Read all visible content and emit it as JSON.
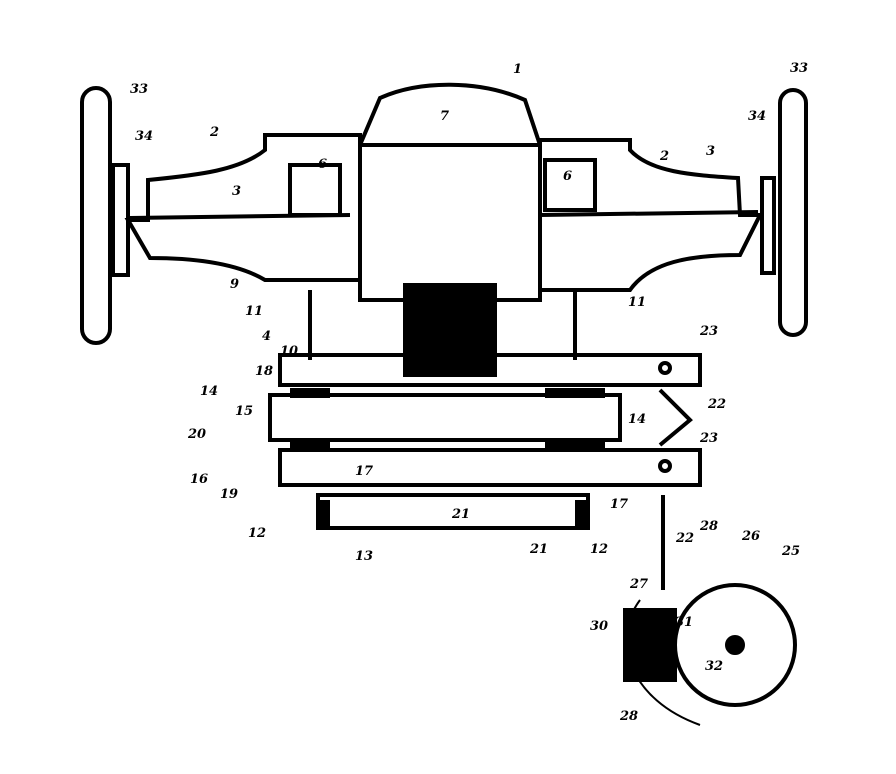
{
  "figure": {
    "reference_numerals": [
      "1",
      "2",
      "2",
      "3",
      "3",
      "33",
      "34",
      "33",
      "34",
      "6",
      "6",
      "7",
      "9",
      "11",
      "11",
      "4",
      "10",
      "18",
      "14",
      "15",
      "20",
      "14",
      "22",
      "23",
      "23",
      "16",
      "19",
      "12",
      "13",
      "21",
      "21",
      "12",
      "17",
      "17",
      "22",
      "28",
      "26",
      "25",
      "27",
      "30",
      "31",
      "32",
      "28"
    ]
  },
  "colors": {
    "ink": "#000000",
    "paper": "#ffffff"
  }
}
